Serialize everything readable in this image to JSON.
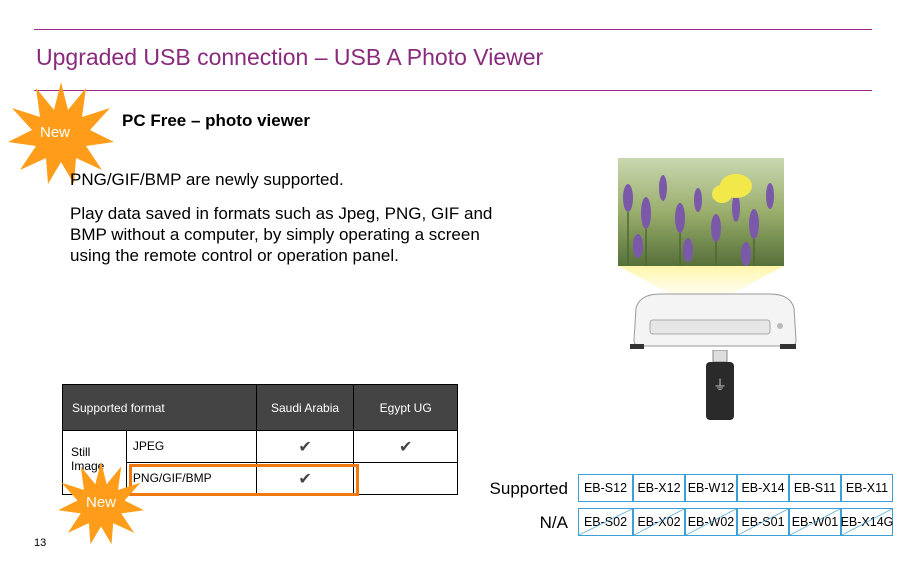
{
  "title": "Upgraded USB connection – USB A Photo Viewer",
  "badge_new": "New",
  "subtitle": "PC Free – photo viewer",
  "paragraphs": [
    "PNG/GIF/BMP are newly supported.",
    "Play data saved in formats such as Jpeg, PNG, GIF and BMP without a computer, by simply operating a screen using the remote control or operation panel."
  ],
  "table": {
    "headers": [
      "Supported format",
      "Saudi Arabia",
      "Egypt UG"
    ],
    "row_group": "Still Image",
    "rows": [
      {
        "format": "JPEG",
        "saudi": "✔",
        "egypt": "✔"
      },
      {
        "format": "PNG/GIF/BMP",
        "saudi": "✔",
        "egypt": ""
      }
    ],
    "new_badge": "New"
  },
  "models": {
    "supported_label": "Supported",
    "supported": [
      "EB-S12",
      "EB-X12",
      "EB-W12",
      "EB-X14",
      "EB-S11",
      "EB-X11"
    ],
    "na_label": "N/A",
    "na": [
      "EB-S02",
      "EB-X02",
      "EB-W02",
      "EB-S01",
      "EB-W01",
      "EB-X14G"
    ]
  },
  "page_number": "13",
  "colors": {
    "accent": "#8a2a7c",
    "star": "#ff9d1a",
    "highlight": "#f07a10",
    "model_border": "#3aa0d8"
  }
}
